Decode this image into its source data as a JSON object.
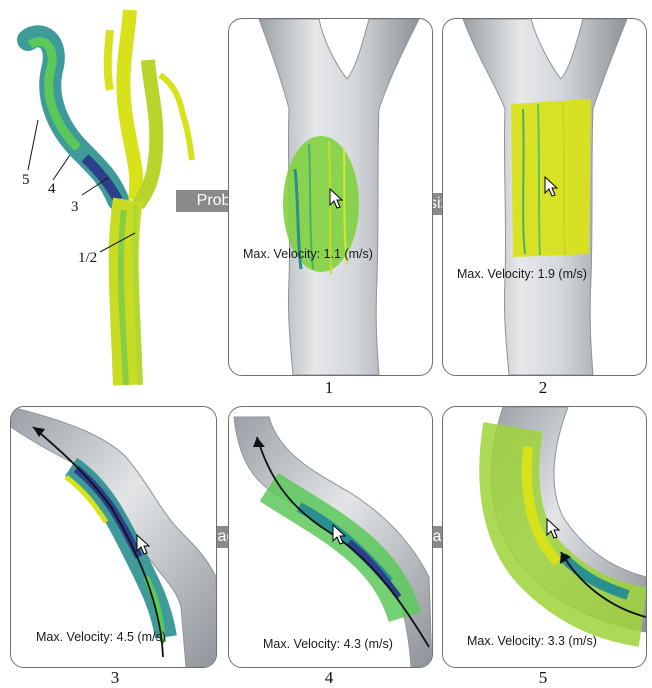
{
  "overview": {
    "labels": [
      "5",
      "4",
      "3",
      "1/2"
    ]
  },
  "actions": {
    "probe": "Probe",
    "resize": "Resize",
    "drag1": "Drag",
    "drag2": "Drag"
  },
  "panels": [
    {
      "caption": "1",
      "velocity": "Max. Velocity: 1.1 (m/s)"
    },
    {
      "caption": "2",
      "velocity": "Max. Velocity: 1.9 (m/s)"
    },
    {
      "caption": "3",
      "velocity": "Max. Velocity: 4.5 (m/s)"
    },
    {
      "caption": "4",
      "velocity": "Max. Velocity: 4.3 (m/s)"
    },
    {
      "caption": "5",
      "velocity": "Max. Velocity: 3.3 (m/s)"
    }
  ],
  "colors": {
    "vessel": "#c9ccd0",
    "stream_yellow": "#d8e21a",
    "stream_green": "#5cc85a",
    "stream_teal": "#2a8f8f",
    "stream_blue": "#2b3f8a",
    "arrow_gray": "#8a8a8a"
  }
}
